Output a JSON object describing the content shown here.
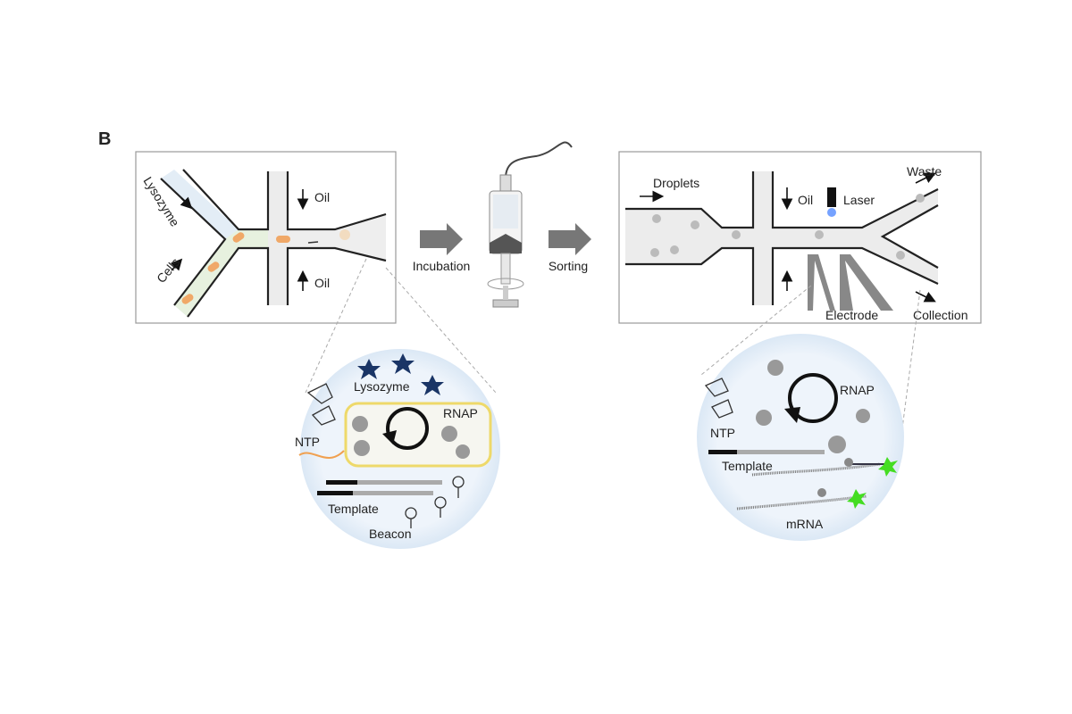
{
  "panel_label": "B",
  "encapsulation": {
    "lysozyme": "Lysozyme",
    "cells": "Cells",
    "oil_top": "Oil",
    "oil_bottom": "Oil"
  },
  "step1": "Incubation",
  "step2": "Sorting",
  "sorting": {
    "droplets": "Droplets",
    "oil": "Oil",
    "laser": "Laser",
    "waste": "Waste",
    "electrode": "Electrode",
    "collection": "Collection"
  },
  "inset_left": {
    "lysozyme": "Lysozyme",
    "ntp": "NTP",
    "rnap": "RNAP",
    "template": "Template",
    "beacon": "Beacon"
  },
  "inset_right": {
    "rnap": "RNAP",
    "ntp": "NTP",
    "template": "Template",
    "mrna": "mRNA"
  },
  "colors": {
    "lysozyme_star": "#1a3566",
    "cell_droplet": "#f0a868",
    "arrow_gray": "#777777",
    "fluorescence": "#44dd22",
    "laser_glow": "#3a7bff"
  }
}
